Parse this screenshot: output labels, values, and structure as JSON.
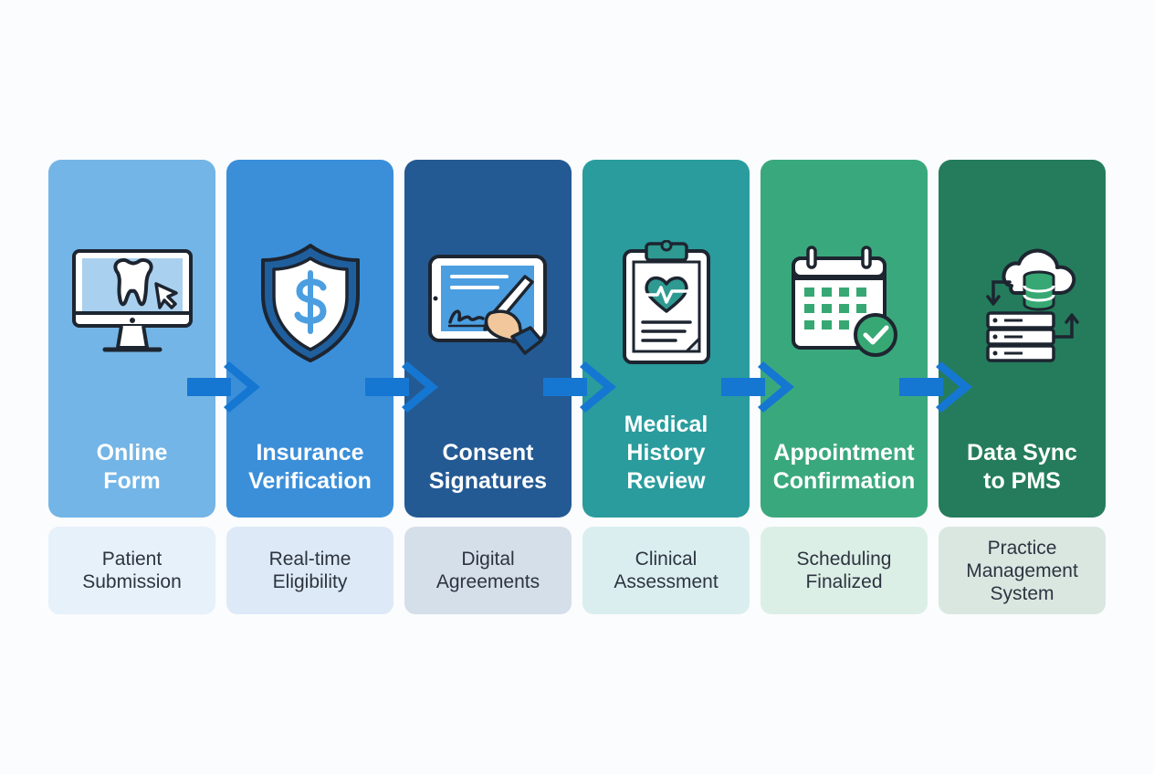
{
  "steps": [
    {
      "title_lines": [
        "Online",
        "Form"
      ],
      "sub_lines": [
        "Patient",
        "Submission"
      ],
      "icon": "monitor-tooth-icon",
      "color": "#73b5e6",
      "sub_color": "#e6f1fa"
    },
    {
      "title_lines": [
        "Insurance",
        "Verification"
      ],
      "sub_lines": [
        "Real-time",
        "Eligibility"
      ],
      "icon": "shield-dollar-icon",
      "color": "#3b8fd9",
      "sub_color": "#dde9f6"
    },
    {
      "title_lines": [
        "Consent",
        "Signatures"
      ],
      "sub_lines": [
        "Digital",
        "Agreements"
      ],
      "icon": "tablet-signature-icon",
      "color": "#245a93",
      "sub_color": "#d5dfea"
    },
    {
      "title_lines": [
        "Medical",
        "History",
        "Review"
      ],
      "sub_lines": [
        "Clinical",
        "Assessment"
      ],
      "icon": "clipboard-heart-icon",
      "color": "#2a9c9d",
      "sub_color": "#daeeef"
    },
    {
      "title_lines": [
        "Appointment",
        "Confirmation"
      ],
      "sub_lines": [
        "Scheduling",
        "Finalized"
      ],
      "icon": "calendar-check-icon",
      "color": "#3aa87d",
      "sub_color": "#dcefe6"
    },
    {
      "title_lines": [
        "Data Sync",
        "to PMS"
      ],
      "sub_lines": [
        "Practice",
        "Management",
        "System"
      ],
      "icon": "cloud-database-sync-icon",
      "color": "#247c5c",
      "sub_color": "#dae7e1"
    }
  ],
  "colors": {
    "arrow": "#1577d2",
    "icon_stroke": "#1d2530",
    "icon_fill": "#ffffff",
    "icon_accent_blue": "#4b9ee0",
    "icon_accent_teal": "#2f9a91",
    "icon_accent_green": "#37a873"
  }
}
